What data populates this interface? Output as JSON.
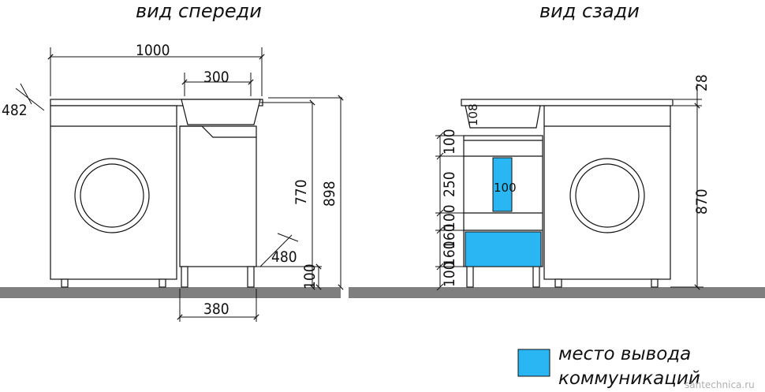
{
  "titles": {
    "front": "вид спереди",
    "back": "вид сзади"
  },
  "front_dims": {
    "width_total": "1000",
    "sink_width": "300",
    "depth_left": "482",
    "height_cabinet": "770",
    "height_total": "898",
    "depth_right": "480",
    "leg_height": "100",
    "cabinet_width": "380"
  },
  "back_dims": {
    "top": "28",
    "sink": "108",
    "s1": "100",
    "s2": "250",
    "hole": "100",
    "s3": "100",
    "s4": "160",
    "s5": "160",
    "s6": "100",
    "machine": "870"
  },
  "legend": {
    "line1": "место вывода",
    "line2": "коммуникаций",
    "color": "#29b6f2"
  },
  "watermark": "santechnica.ru",
  "colors": {
    "accent": "#29b6f2",
    "floor": "#7f7f7f"
  }
}
